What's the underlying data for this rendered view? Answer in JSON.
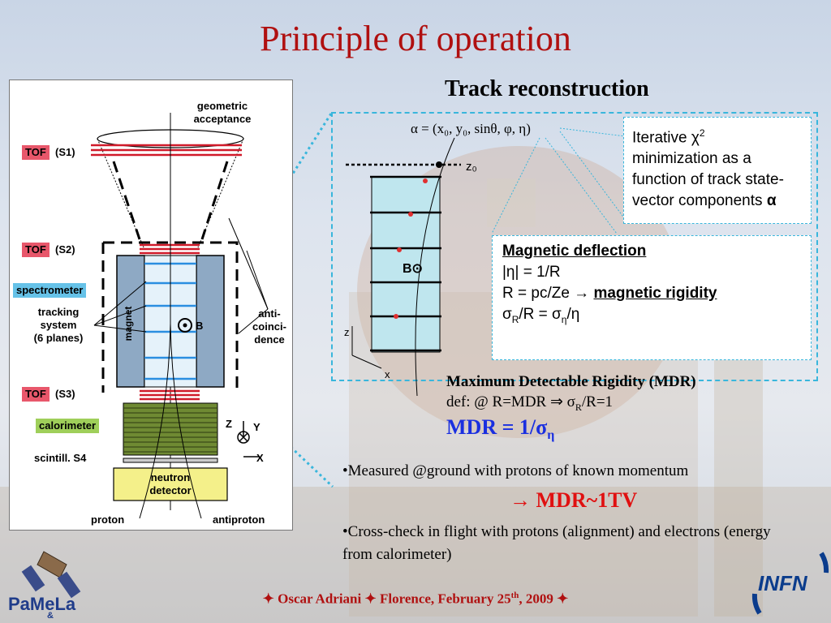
{
  "slide": {
    "title": "Principle of operation",
    "subtitle": "Track reconstruction"
  },
  "detector": {
    "geometric_acceptance": [
      "geometric",
      "acceptance"
    ],
    "tof_label": "TOF",
    "s1": "(S1)",
    "s2": "(S2)",
    "s3": "(S3)",
    "spectrometer": "spectrometer",
    "tracking": [
      "tracking",
      "system",
      "(6 planes)"
    ],
    "magnet": "magnet",
    "b_label": "B",
    "anti": [
      "anti-",
      "coinci-",
      "dence"
    ],
    "calorimeter": "calorimeter",
    "scintill": "scintill. S4",
    "neutron": [
      "neutron",
      "detector"
    ],
    "proton": "proton",
    "antiproton": "antiproton",
    "axis_z": "Z",
    "axis_y": "Y",
    "axis_x": "X"
  },
  "track_plot": {
    "alpha": "α = (x₀, y₀, sinθ, φ, η)",
    "z0": "z₀",
    "b_label": "B⊙",
    "axis_z": "z",
    "axis_x": "x"
  },
  "iterative": {
    "line1_a": "Iterative ",
    "chi": "χ",
    "sup2": "2",
    "line2": "minimization as a",
    "line3": "function of track state-",
    "line4_a": "vector components ",
    "alpha": "α"
  },
  "magnetic": {
    "heading": "Magnetic deflection",
    "line1": "|η| = 1/R",
    "line2_a": "R = pc/Ze  → ",
    "line2_b": "magnetic rigidity",
    "line3_s": "σ",
    "line3_sub": "R",
    "line3_b": "/R = σ",
    "line3_sub2": "η",
    "line3_c": "/η"
  },
  "mdr": {
    "heading": "Maximum Detectable Rigidity (MDR)",
    "def_a": "def: @ R=MDR ⇒ σ",
    "def_sub": "R",
    "def_b": "/R=1",
    "formula_a": "MDR = 1/σ",
    "formula_sub": "η"
  },
  "bullets": {
    "b1": "•Measured @ground with protons of known momentum",
    "mdr_tv": "→ MDR~1TV",
    "b2": "•Cross-check in flight with protons (alignment) and electrons (energy from calorimeter)"
  },
  "footer": {
    "a": "✦ Oscar Adriani ✦ Florence, February 25",
    "sup": "th",
    "b": ", 2009 ✦"
  },
  "logos": {
    "pamela": "PaMeLa",
    "pamela_amp": "&",
    "infn": "INFN"
  },
  "colors": {
    "title_red": "#b01010",
    "tof_red": "#e8576b",
    "spectrometer_blue": "#66c2e8",
    "calorimeter_green": "#9fcf5a",
    "neutron_yellow": "#f4f08a",
    "formula_blue": "#1a2fe0",
    "dash_cyan": "#39b6dc"
  }
}
